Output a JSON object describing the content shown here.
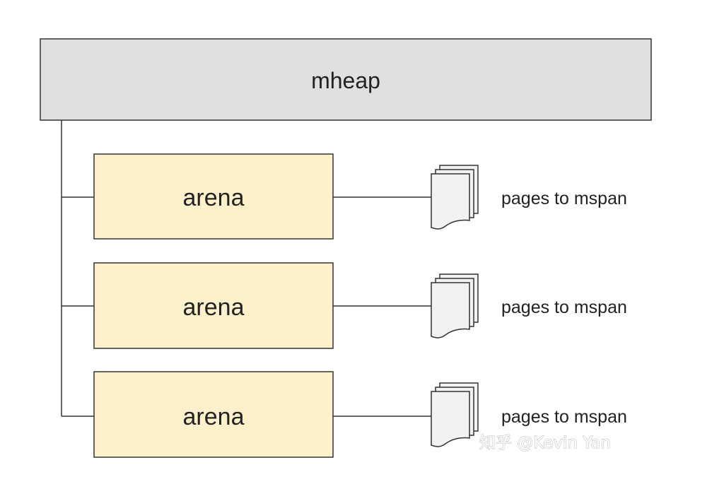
{
  "heap": {
    "label": "mheap"
  },
  "arenas": [
    {
      "label": "arena",
      "pages_label": "pages to mspan"
    },
    {
      "label": "arena",
      "pages_label": "pages to mspan"
    },
    {
      "label": "arena",
      "pages_label": "pages to mspan"
    }
  ],
  "watermark": {
    "text": "知乎 @Kevin Yan"
  },
  "colors": {
    "heap_fill": "#e0e0e0",
    "arena_fill": "#fdf1cc",
    "document_fill": "#f2f2f2",
    "stroke": "#333333"
  }
}
